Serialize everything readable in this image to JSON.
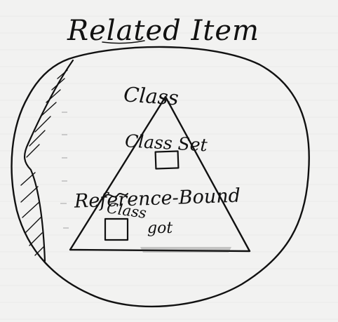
{
  "title": "Related Item",
  "labels": {
    "apex": "Class",
    "middle": "Class Set",
    "bottom": "Reference-Bound",
    "bottom_overwritten": "Class",
    "bottom_extra": "got"
  }
}
